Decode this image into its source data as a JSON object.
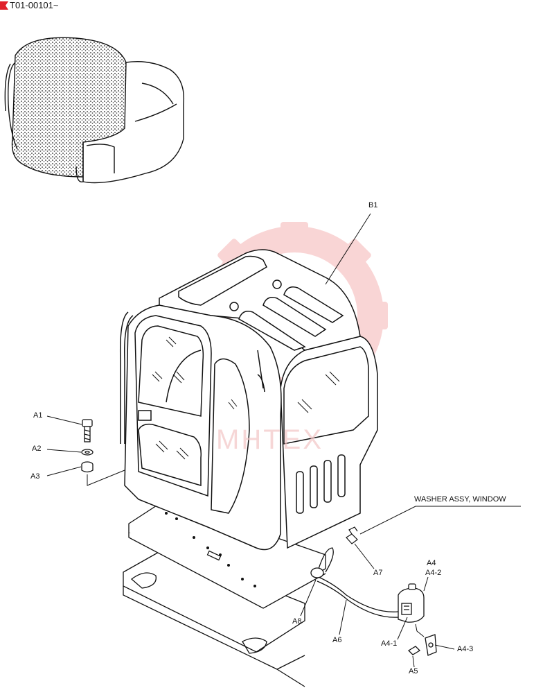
{
  "header": {
    "code": "T01-00101~",
    "flag_color": "#e0202a"
  },
  "labels": {
    "b1": "B1",
    "a1": "A1",
    "a2": "A2",
    "a3": "A3",
    "a4": "A4",
    "a4_2": "A4-2",
    "a4_1": "A4-1",
    "a4_3": "A4-3",
    "a5": "A5",
    "a6": "A6",
    "a7": "A7",
    "a8": "A8",
    "washer": "WASHER ASSY, WINDOW"
  },
  "watermark": {
    "text": "МНТЕХ",
    "color": "#f3b4b4"
  }
}
